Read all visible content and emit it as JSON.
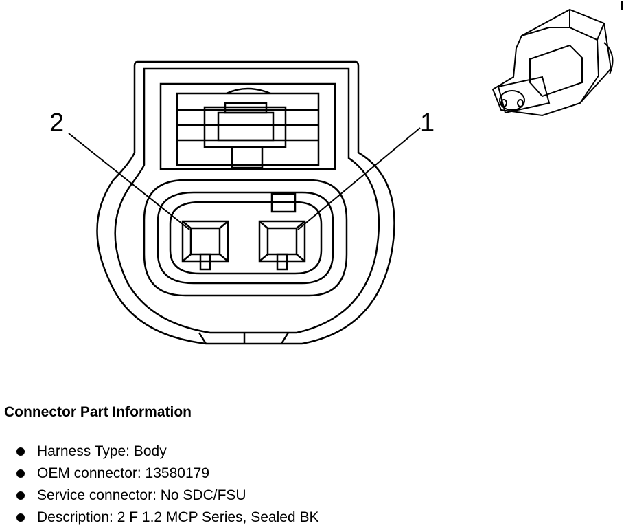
{
  "pins": [
    {
      "number": "2"
    },
    {
      "number": "1"
    }
  ],
  "connector_info": {
    "title": "Connector Part Information",
    "items": [
      {
        "label": "Harness Type: Body"
      },
      {
        "label": "OEM connector: 13580179"
      },
      {
        "label": "Service connector: No SDC/FSU"
      },
      {
        "label": "Description: 2 F 1.2 MCP Series, Sealed BK"
      }
    ]
  }
}
